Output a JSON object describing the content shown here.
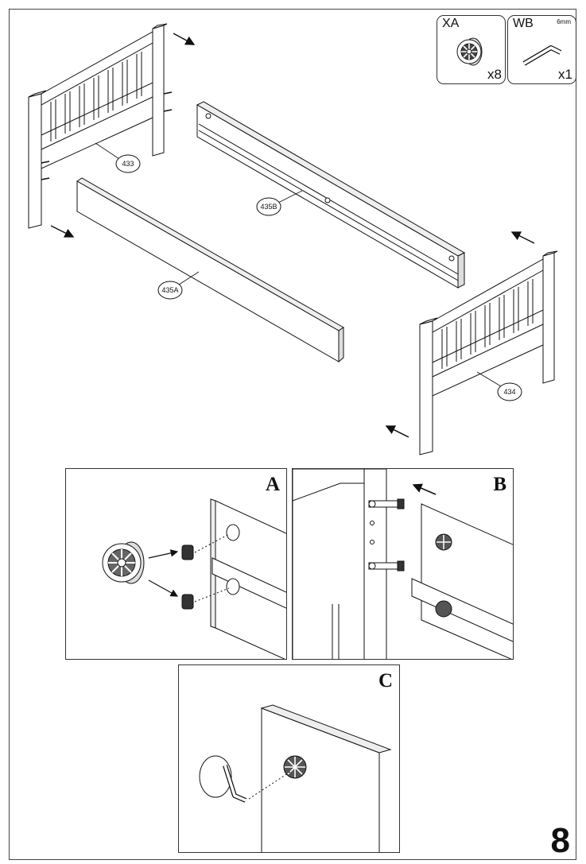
{
  "hardware": [
    {
      "code": "XA",
      "qty": "x8",
      "size": "",
      "icon": "cam-lock-icon"
    },
    {
      "code": "WB",
      "qty": "x1",
      "size": "6mm",
      "icon": "allen-key-icon"
    }
  ],
  "parts": {
    "headboard": "433",
    "footboard": "434",
    "rail_front": "435A",
    "rail_back": "435B"
  },
  "details": {
    "a": "A",
    "b": "B",
    "c": "C"
  },
  "page_number": "8"
}
